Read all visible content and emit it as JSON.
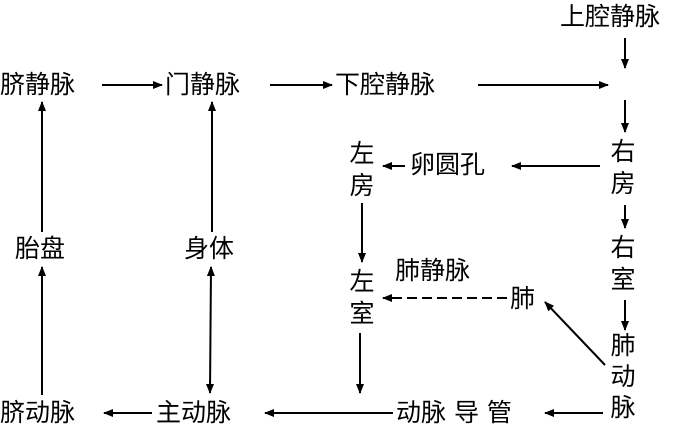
{
  "nodes": {
    "svc": "上腔静脉",
    "umbilical_vein": "脐静脉",
    "portal_vein": "门静脉",
    "ivc": "下腔静脉",
    "right_atrium": "右房",
    "right_ventricle": "右室",
    "pulmonary_artery": "肺动脉",
    "left_atrium": "左房",
    "foramen_ovale": "卵圆孔",
    "left_ventricle": "左室",
    "pulmonary_vein": "肺静脉",
    "lung": "肺",
    "placenta": "胎盘",
    "body": "身体",
    "umbilical_artery": "脐动脉",
    "aorta": "主动脉",
    "ductus_arteriosus": "动脉 导 管"
  }
}
